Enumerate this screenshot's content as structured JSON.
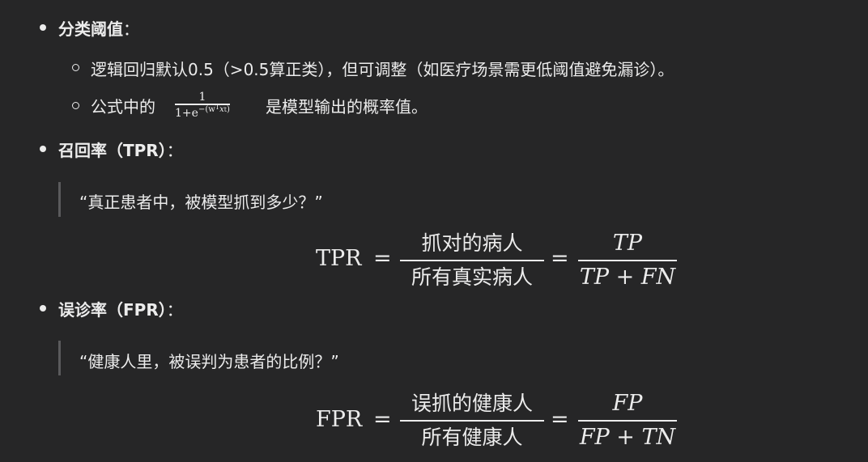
{
  "item1": {
    "title": "分类阈值",
    "colon": "："
  },
  "sub1": {
    "text": "逻辑回归默认0.5（>0.5算正类），但可调整（如医疗场景需更低阈值避免漏诊）。"
  },
  "sub2": {
    "before": "公式中的",
    "frac_num": "1",
    "frac_den_a": "1+e",
    "frac_den_exp": "−(w",
    "frac_den_T": "T",
    "frac_den_x": "x",
    "frac_den_t": "t",
    "frac_den_close": ")",
    "after": "是模型输出的概率值。"
  },
  "item2": {
    "title": "召回率（TPR）",
    "colon": "："
  },
  "quote1": {
    "text": "“真正患者中，被模型抓到多少？”"
  },
  "formula1": {
    "lhs": "TPR",
    "eq1": "=",
    "num_cn": "抓对的病人",
    "den_cn": "所有真实病人",
    "eq2": "=",
    "num_sym": "TP",
    "den_sym": "TP + FN"
  },
  "item3": {
    "title": "误诊率（FPR）",
    "colon": "："
  },
  "quote2": {
    "text": "“健康人里，被误判为患者的比例？”"
  },
  "formula2": {
    "lhs": "FPR",
    "eq1": "=",
    "num_cn": "误抓的健康人",
    "den_cn": "所有健康人",
    "eq2": "=",
    "num_sym": "FP",
    "den_sym": "FP + TN"
  }
}
